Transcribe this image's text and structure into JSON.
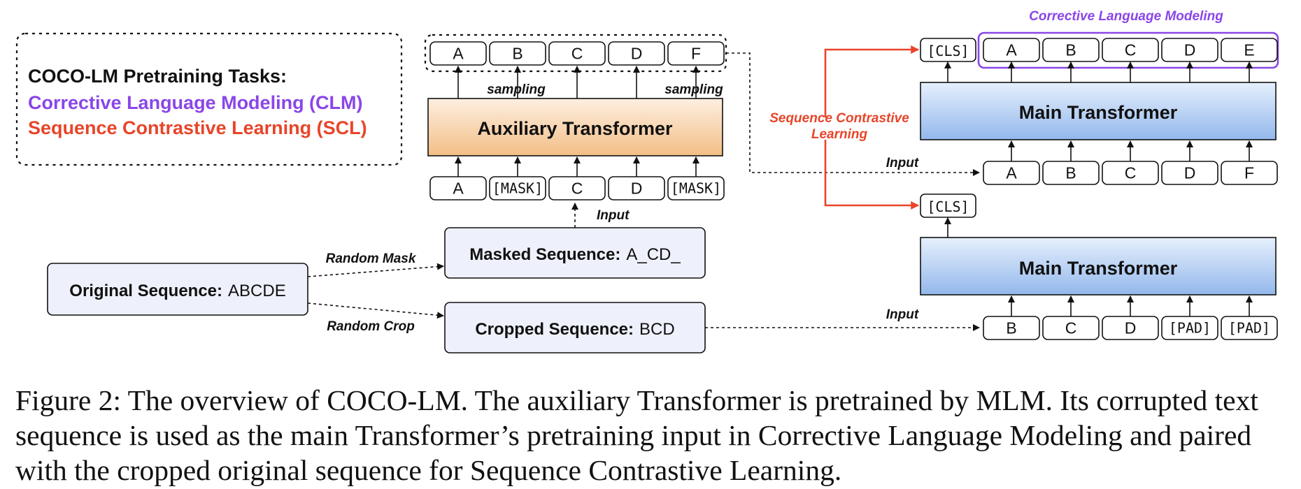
{
  "colors": {
    "clm": "#8A46E8",
    "scl": "#E8452A",
    "aux_top": "#FDEFE0",
    "aux_bottom": "#F3BE86",
    "main_top": "#E6F0FC",
    "main_bottom": "#93B8EC",
    "seq_box": "#EEF1FB"
  },
  "legend": {
    "title": "COCO-LM Pretraining Tasks:",
    "clm": "Corrective Language Modeling (CLM)",
    "scl": "Sequence Contrastive Learning (SCL)"
  },
  "auxiliary": {
    "label": "Auxiliary Transformer",
    "outputs": [
      "A",
      "B",
      "C",
      "D",
      "F"
    ],
    "inputs": [
      "A",
      "[MASK]",
      "C",
      "D",
      "[MASK]"
    ],
    "sampling_label": "sampling",
    "input_label": "Input"
  },
  "sequences": {
    "original_label": "Original Sequence:",
    "original_value": "ABCDE",
    "masked_label": "Masked Sequence:",
    "masked_value": "A_CD_",
    "cropped_label": "Cropped Sequence:",
    "cropped_value": "BCD",
    "random_mask": "Random Mask",
    "random_crop": "Random Crop"
  },
  "main_top": {
    "label": "Main Transformer",
    "cls": "[CLS]",
    "outputs": [
      "A",
      "B",
      "C",
      "D",
      "E"
    ],
    "inputs": [
      "A",
      "B",
      "C",
      "D",
      "F"
    ],
    "input_label": "Input",
    "clm_title": "Corrective Language Modeling"
  },
  "main_bottom": {
    "label": "Main Transformer",
    "cls": "[CLS]",
    "inputs": [
      "B",
      "C",
      "D",
      "[PAD]",
      "[PAD]"
    ],
    "input_label": "Input"
  },
  "scl_label": [
    "Sequence Contrastive",
    "Learning"
  ],
  "caption": "Figure 2: The overview of COCO-LM. The auxiliary Transformer is pretrained by MLM. Its corrupted text sequence is used as the main Transformer’s pretraining input in Corrective Language Modeling and paired with the cropped original sequence for Sequence Contrastive Learning."
}
